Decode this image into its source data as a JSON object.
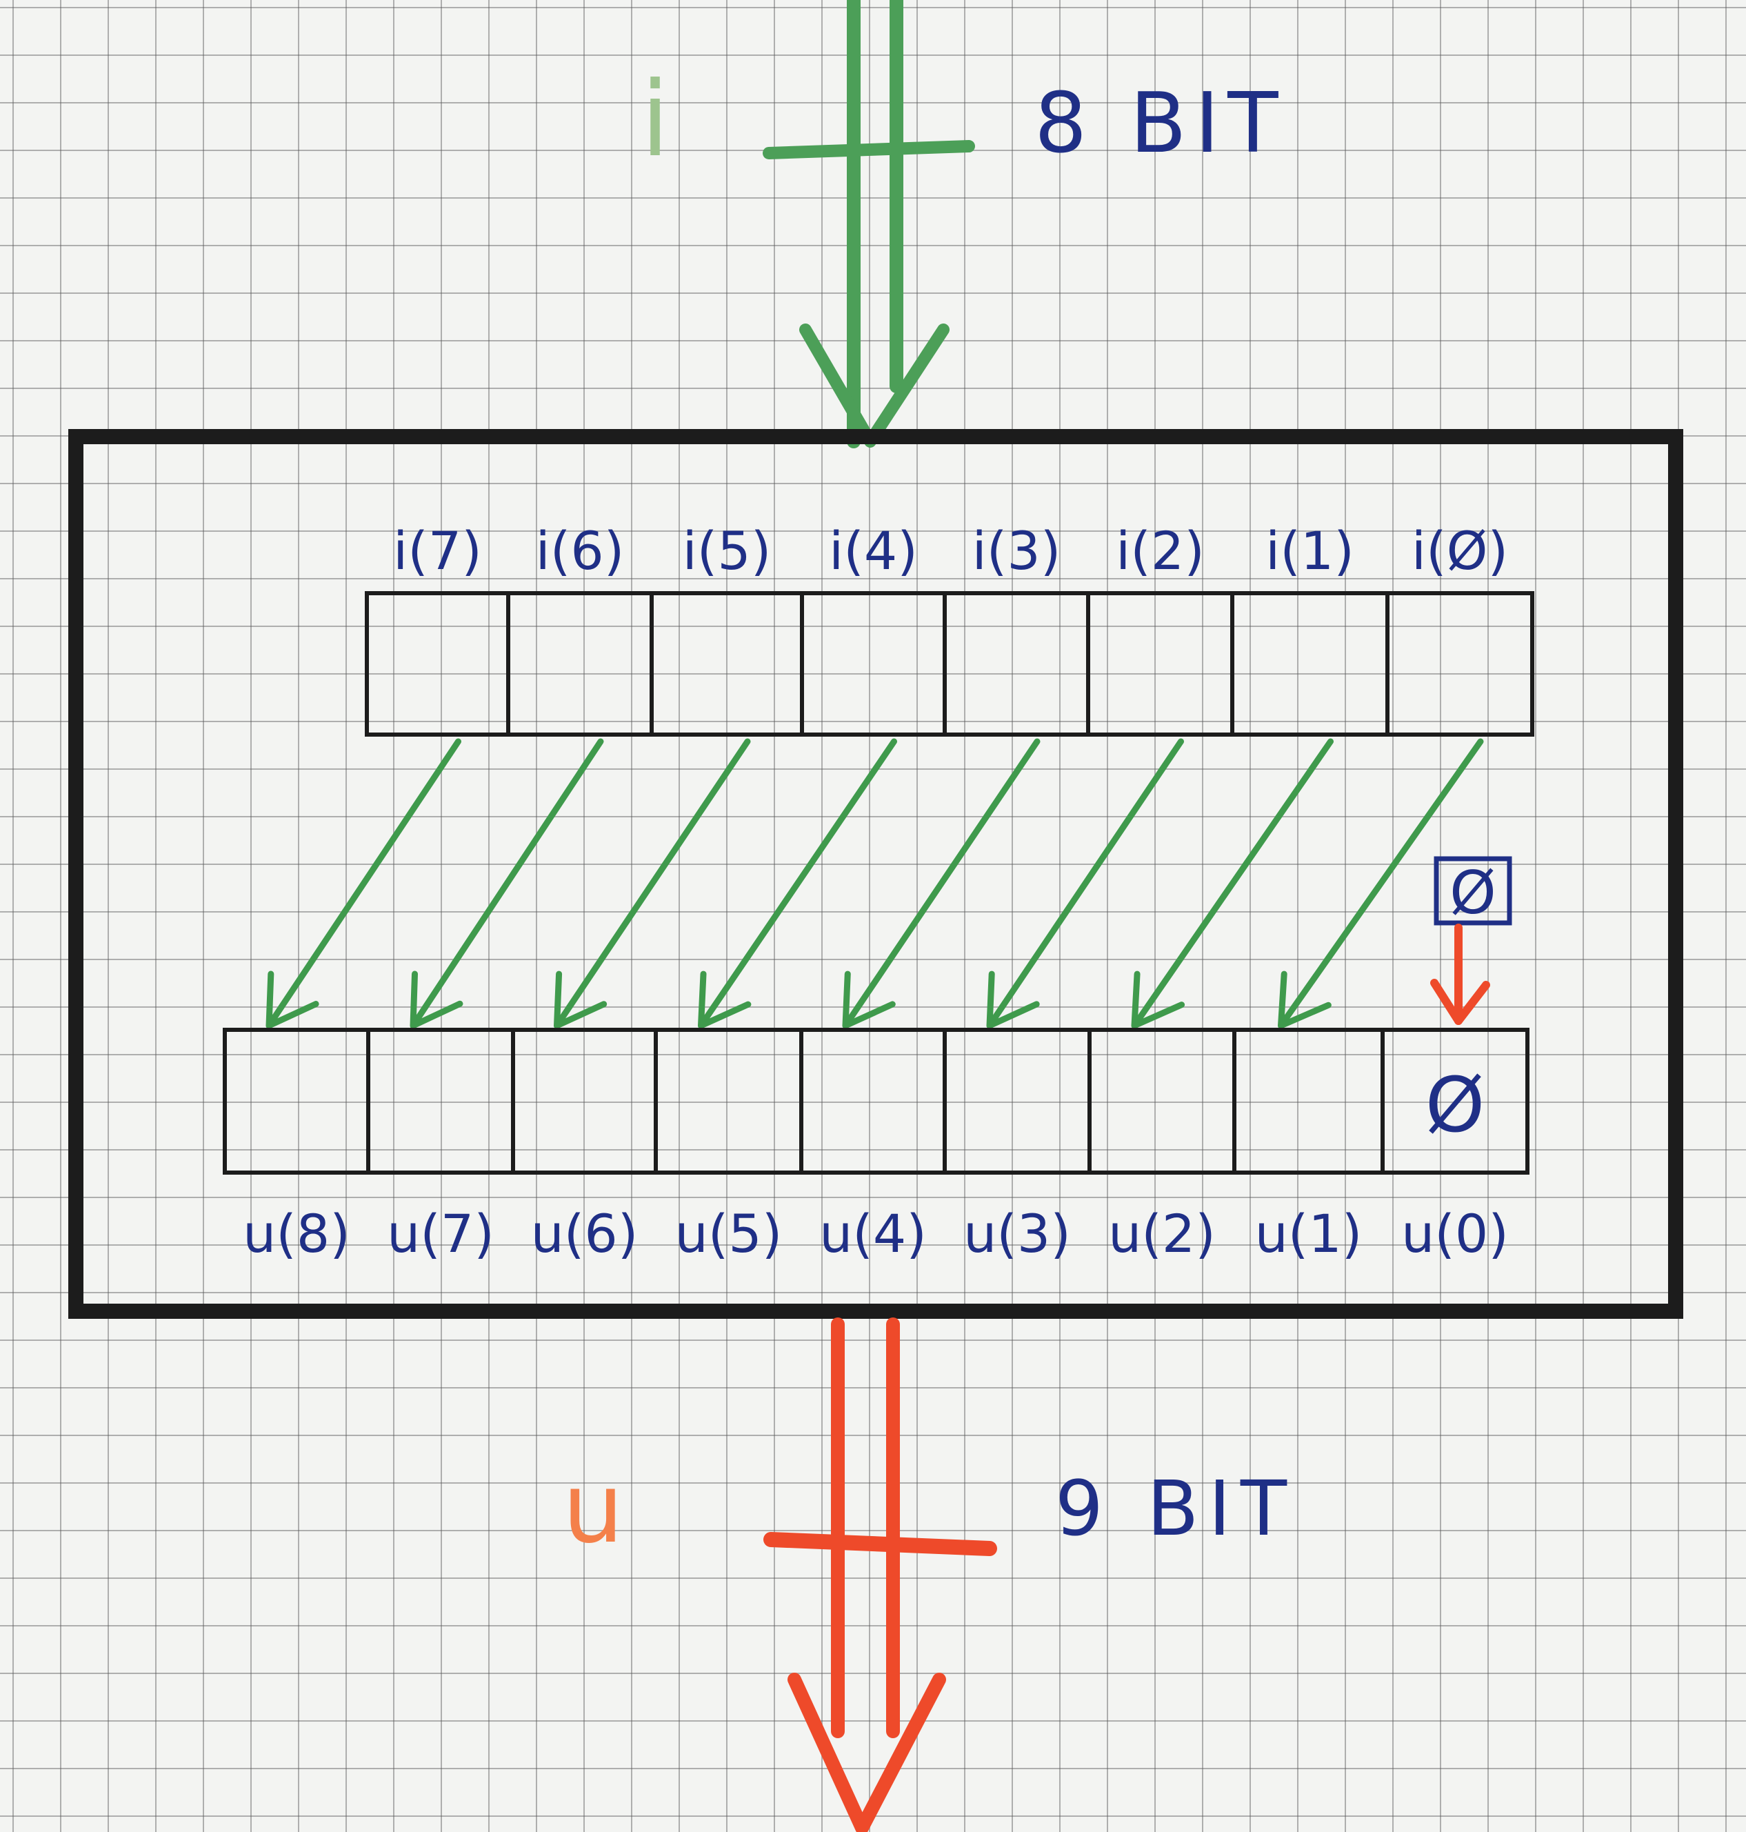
{
  "input_bus": {
    "label": "i",
    "width": "8 BIT"
  },
  "output_bus": {
    "label": "u",
    "width": "9 BIT"
  },
  "input_bits": [
    "i(7)",
    "i(6)",
    "i(5)",
    "i(4)",
    "i(3)",
    "i(2)",
    "i(1)",
    "i(Ø)"
  ],
  "output_bits": [
    "u(8)",
    "u(7)",
    "u(6)",
    "u(5)",
    "u(4)",
    "u(3)",
    "u(2)",
    "u(1)",
    "u(0)"
  ],
  "zero_source": "Ø",
  "zero_value": "Ø",
  "colors": {
    "input": "#3f9a4c",
    "output": "#ee4a2a",
    "ink": "#1f2f86",
    "box": "#1c1c1c"
  }
}
